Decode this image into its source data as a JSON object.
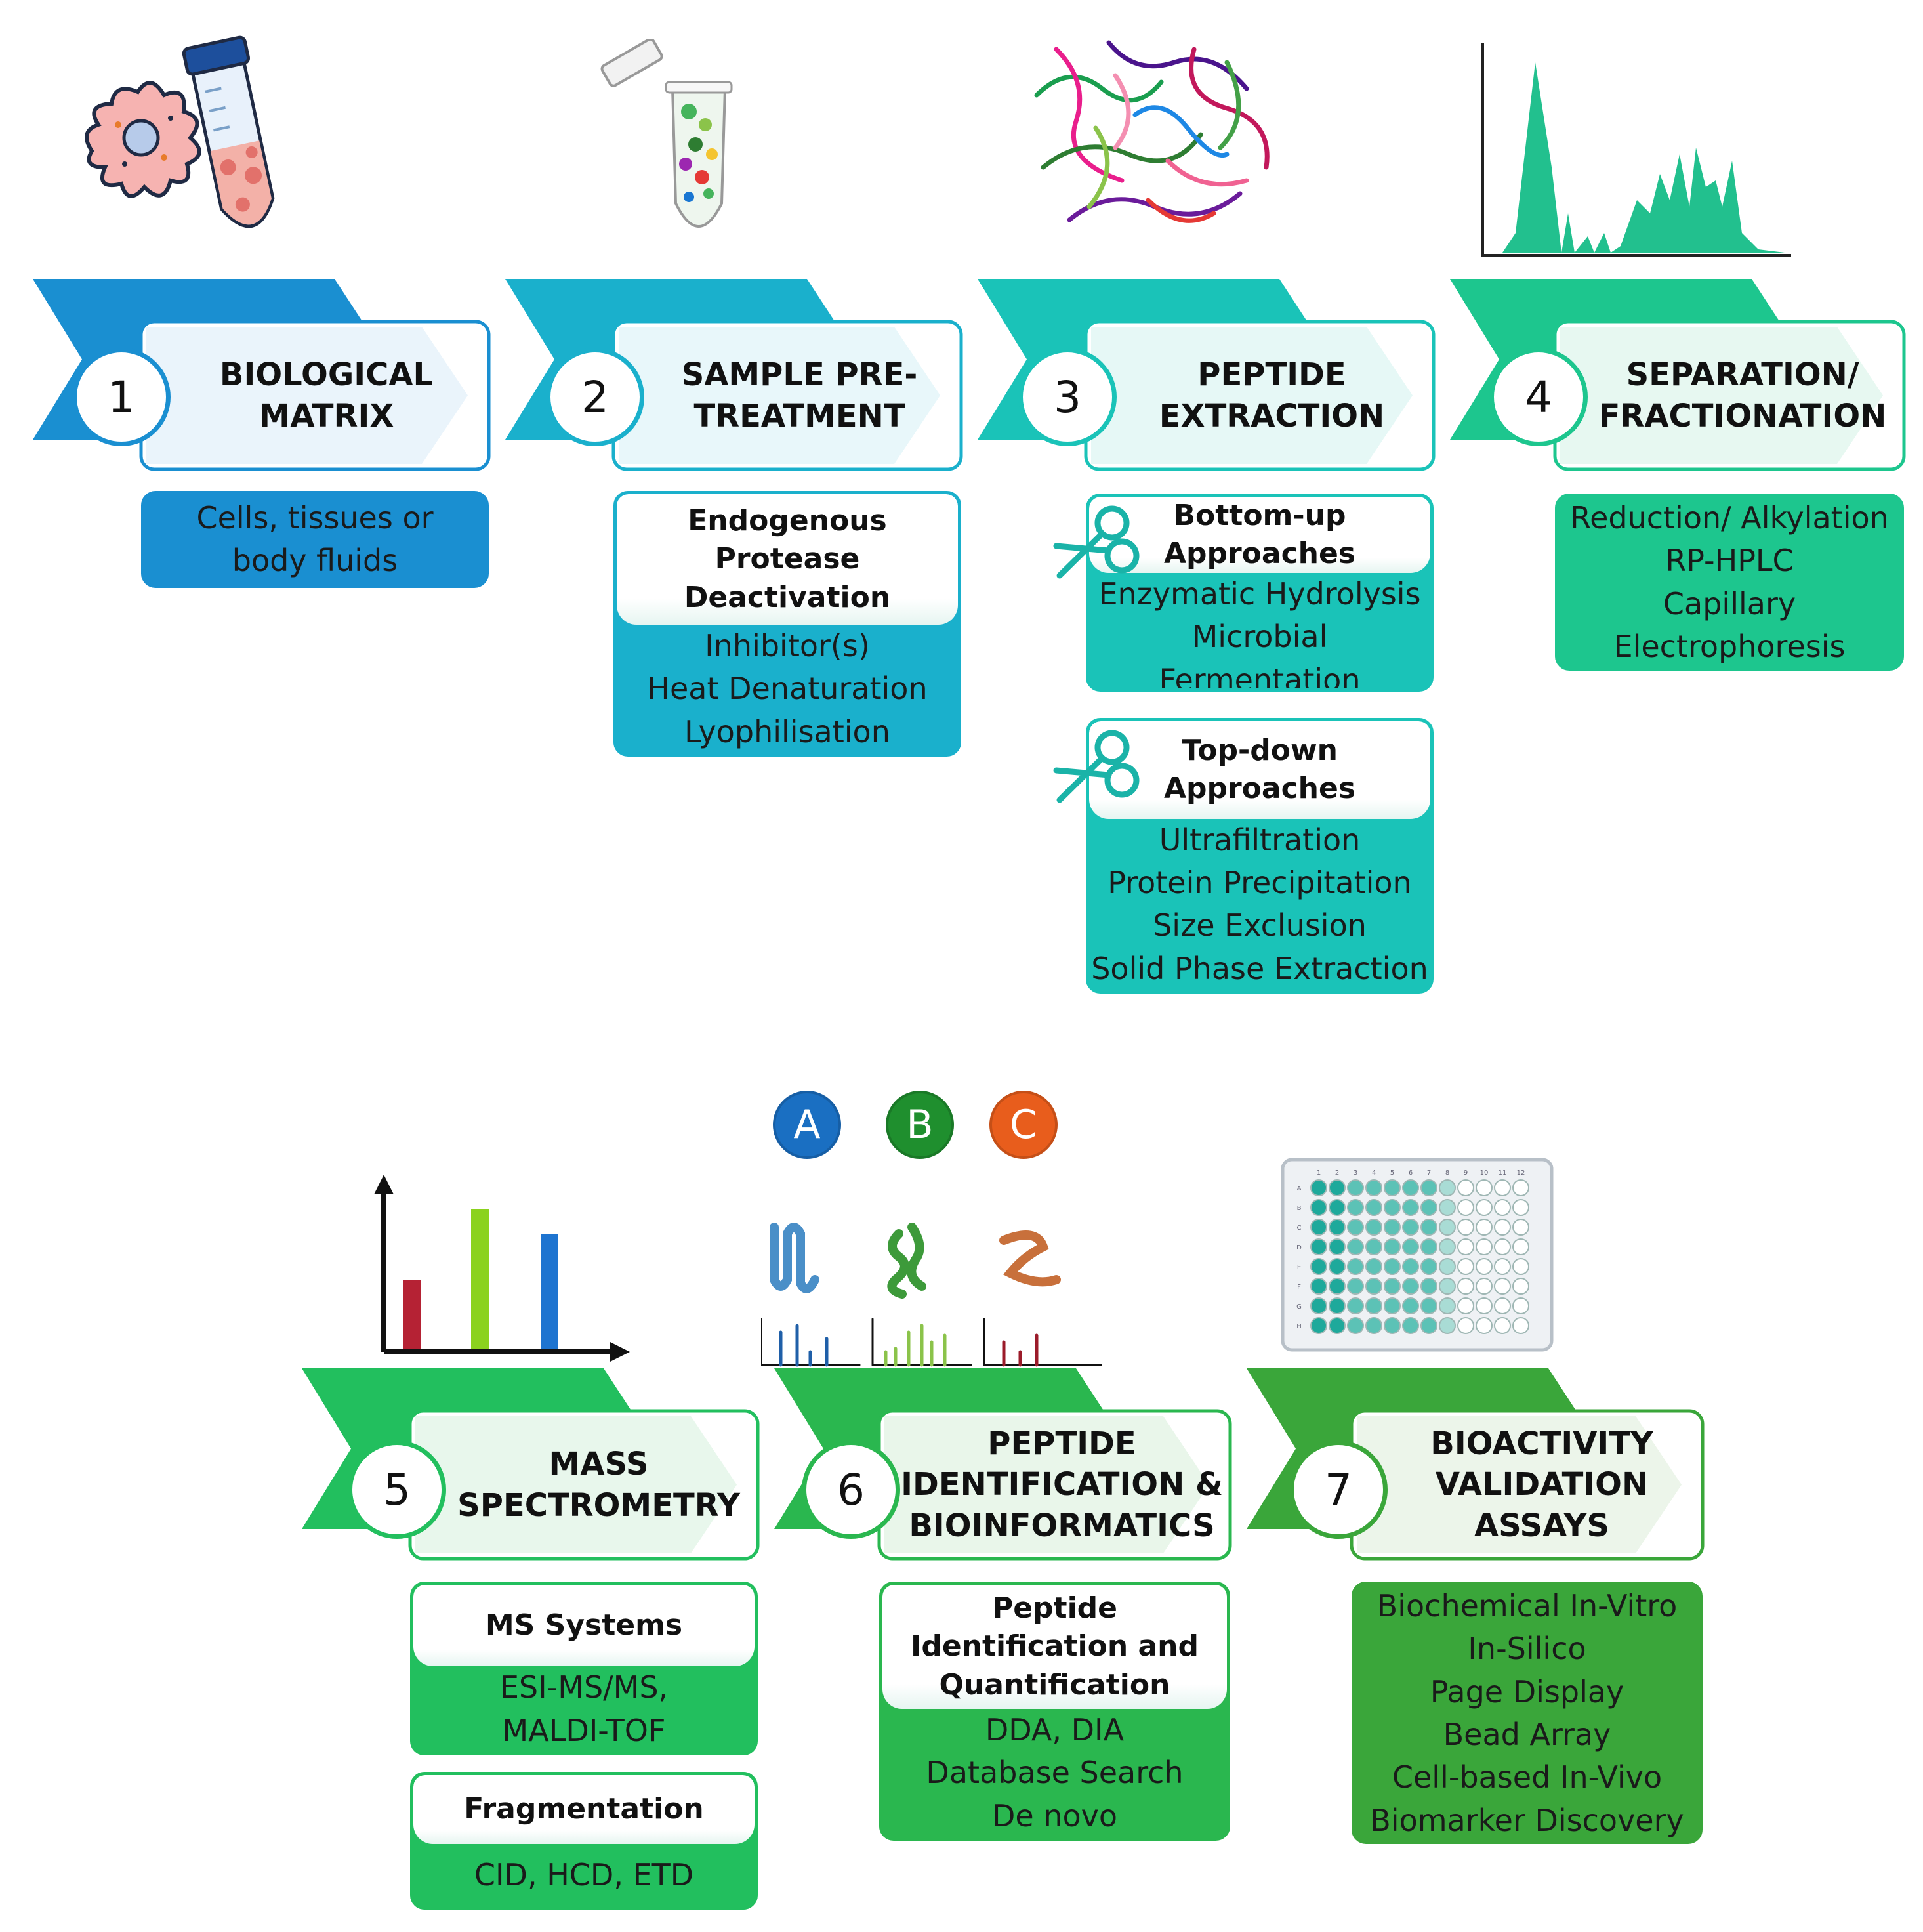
{
  "steps": [
    {
      "number": "1",
      "title": [
        "BIOLOGICAL",
        "MATRIX"
      ],
      "color": "#1a8fd1",
      "details": [
        {
          "items": [
            "Cells, tissues or",
            "body fluids"
          ]
        }
      ]
    },
    {
      "number": "2",
      "title": [
        "SAMPLE PRE-",
        "TREATMENT"
      ],
      "color": "#1ab0cc",
      "details": [
        {
          "header": [
            "Endogenous",
            "Protease",
            "Deactivation"
          ],
          "items": [
            "Inhibitor(s)",
            "Heat Denaturation",
            "Lyophilisation"
          ]
        }
      ]
    },
    {
      "number": "3",
      "title": [
        "PEPTIDE",
        "EXTRACTION"
      ],
      "color": "#1ac3b8",
      "details": [
        {
          "header": [
            "Bottom-up",
            "Approaches"
          ],
          "items": [
            "Enzymatic Hydrolysis",
            "Microbial Fermentation"
          ]
        },
        {
          "header": [
            "Top-down",
            "Approaches"
          ],
          "items": [
            "Ultrafiltration",
            "Protein Precipitation",
            "Size Exclusion",
            "Solid Phase Extraction"
          ]
        }
      ]
    },
    {
      "number": "4",
      "title": [
        "SEPARATION/",
        "FRACTIONATION"
      ],
      "color": "#1dc68e",
      "details": [
        {
          "items": [
            "Reduction/ Alkylation",
            "RP-HPLC",
            "Capillary",
            "Electrophoresis"
          ]
        }
      ]
    },
    {
      "number": "5",
      "title": [
        "MASS",
        "SPECTROMETRY"
      ],
      "color": "#22bf5e",
      "details": [
        {
          "header": [
            "MS Systems"
          ],
          "items": [
            "ESI-MS/MS,",
            "MALDI-TOF"
          ]
        },
        {
          "header": [
            "Fragmentation"
          ],
          "items": [
            "CID, HCD, ETD"
          ]
        }
      ]
    },
    {
      "number": "6",
      "title": [
        "PEPTIDE",
        "IDENTIFICATION &",
        "BIOINFORMATICS"
      ],
      "color": "#2ab74f",
      "details": [
        {
          "header": [
            "Peptide",
            "Identification and",
            "Quantification"
          ],
          "items": [
            "DDA, DIA",
            "Database Search",
            "De novo"
          ]
        }
      ]
    },
    {
      "number": "7",
      "title": [
        "BIOACTIVITY",
        "VALIDATION",
        "ASSAYS"
      ],
      "color": "#3aa63a",
      "details": [
        {
          "items": [
            "Biochemical In-Vitro",
            "In-Silico",
            "Page Display",
            "Bead Array",
            "Cell-based In-Vivo",
            "Biomarker Discovery"
          ]
        }
      ]
    }
  ],
  "icons": {
    "letters": [
      {
        "label": "A",
        "color": "#1a6fc2"
      },
      {
        "label": "B",
        "color": "#1f8f2e"
      },
      {
        "label": "C",
        "color": "#e85d1c"
      }
    ],
    "plate_rows": [
      "A",
      "B",
      "C",
      "D",
      "E",
      "F",
      "G",
      "H"
    ],
    "plate_cols": [
      "1",
      "2",
      "3",
      "4",
      "5",
      "6",
      "7",
      "8",
      "9",
      "10",
      "11",
      "12"
    ]
  }
}
